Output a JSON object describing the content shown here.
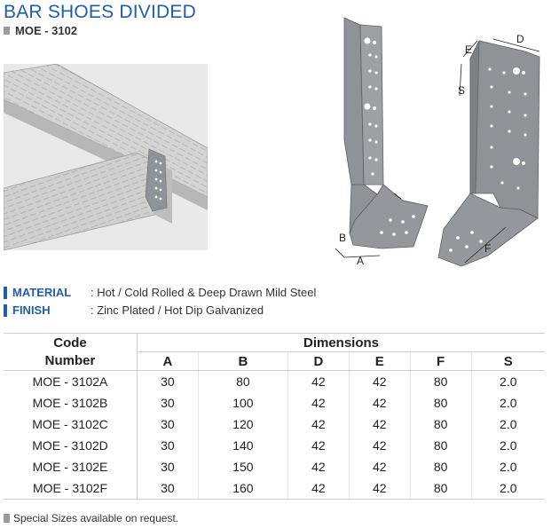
{
  "header": {
    "title": "BAR SHOES DIVIDED",
    "model_code": "MOE - 3102"
  },
  "specs": {
    "material_label": "MATERIAL",
    "material_value": ": Hot / Cold Rolled & Deep Drawn Mild Steel",
    "finish_label": "FINISH",
    "finish_value": ": Zinc Plated / Hot Dip Galvanized"
  },
  "diagram": {
    "label_b": "B",
    "label_a": "A",
    "label_e": "E",
    "label_d": "D",
    "label_s": "S",
    "label_f": "F"
  },
  "table": {
    "code_header_line1": "Code",
    "code_header_line2": "Number",
    "dims_header": "Dimensions",
    "columns": [
      "A",
      "B",
      "D",
      "E",
      "F",
      "S"
    ],
    "rows": [
      {
        "code": "MOE - 3102A",
        "values": [
          "30",
          "80",
          "42",
          "42",
          "80",
          "2.0"
        ]
      },
      {
        "code": "MOE - 3102B",
        "values": [
          "30",
          "100",
          "42",
          "42",
          "80",
          "2.0"
        ]
      },
      {
        "code": "MOE - 3102C",
        "values": [
          "30",
          "120",
          "42",
          "42",
          "80",
          "2.0"
        ]
      },
      {
        "code": "MOE - 3102D",
        "values": [
          "30",
          "140",
          "42",
          "42",
          "80",
          "2.0"
        ]
      },
      {
        "code": "MOE - 3102E",
        "values": [
          "30",
          "150",
          "42",
          "42",
          "80",
          "2.0"
        ]
      },
      {
        "code": "MOE - 3102F",
        "values": [
          "30",
          "160",
          "42",
          "42",
          "80",
          "2.0"
        ]
      }
    ]
  },
  "footer": {
    "note": "Special Sizes available on request."
  },
  "colors": {
    "accent": "#1f5fa8",
    "metal": "#8f9297",
    "marker_gray": "#9a9a9a"
  }
}
